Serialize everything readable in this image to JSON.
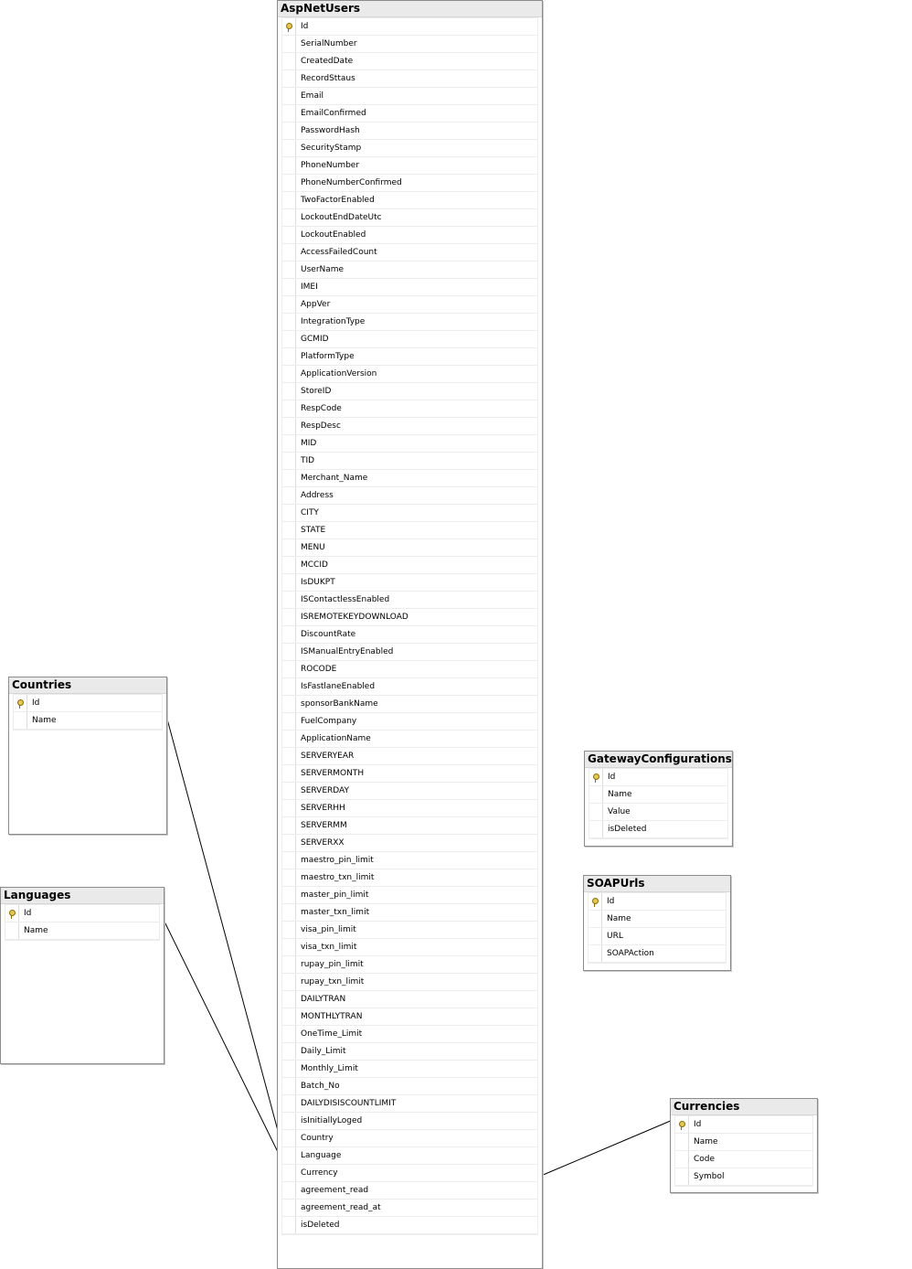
{
  "tables": [
    {
      "id": "aspnetusers",
      "name": "AspNetUsers",
      "columns": [
        "Id",
        "SerialNumber",
        "CreatedDate",
        "RecordSttaus",
        "Email",
        "EmailConfirmed",
        "PasswordHash",
        "SecurityStamp",
        "PhoneNumber",
        "PhoneNumberConfirmed",
        "TwoFactorEnabled",
        "LockoutEndDateUtc",
        "LockoutEnabled",
        "AccessFailedCount",
        "UserName",
        "IMEI",
        "AppVer",
        "IntegrationType",
        "GCMID",
        "PlatformType",
        "ApplicationVersion",
        "StoreID",
        "RespCode",
        "RespDesc",
        "MID",
        "TID",
        "Merchant_Name",
        "Address",
        "CITY",
        "STATE",
        "MENU",
        "MCCID",
        "IsDUKPT",
        "ISContactlessEnabled",
        "ISREMOTEKEYDOWNLOAD",
        "DiscountRate",
        "ISManualEntryEnabled",
        "ROCODE",
        "IsFastlaneEnabled",
        "sponsorBankName",
        "FuelCompany",
        "ApplicationName",
        "SERVERYEAR",
        "SERVERMONTH",
        "SERVERDAY",
        "SERVERHH",
        "SERVERMM",
        "SERVERXX",
        "maestro_pin_limit",
        "maestro_txn_limit",
        "master_pin_limit",
        "master_txn_limit",
        "visa_pin_limit",
        "visa_txn_limit",
        "rupay_pin_limit",
        "rupay_txn_limit",
        "DAILYTRAN",
        "MONTHLYTRAN",
        "OneTime_Limit",
        "Daily_Limit",
        "Monthly_Limit",
        "Batch_No",
        "DAILYDISISCOUNTLIMIT",
        "isInitiallyLoged",
        "Country",
        "Language",
        "Currency",
        "agreement_read",
        "agreement_read_at",
        "isDeleted"
      ],
      "primary_key": "Id"
    },
    {
      "id": "countries",
      "name": "Countries",
      "columns": [
        "Id",
        "Name"
      ],
      "primary_key": "Id"
    },
    {
      "id": "languages",
      "name": "Languages",
      "columns": [
        "Id",
        "Name"
      ],
      "primary_key": "Id"
    },
    {
      "id": "gatewayconfigurations",
      "name": "GatewayConfigurations",
      "columns": [
        "Id",
        "Name",
        "Value",
        "isDeleted"
      ],
      "primary_key": "Id"
    },
    {
      "id": "soapurls",
      "name": "SOAPUrls",
      "columns": [
        "Id",
        "Name",
        "URL",
        "SOAPAction"
      ],
      "primary_key": "Id"
    },
    {
      "id": "currencies",
      "name": "Currencies",
      "columns": [
        "Id",
        "Name",
        "Code",
        "Symbol"
      ],
      "primary_key": "Id"
    }
  ],
  "relationships": [
    {
      "from": "Countries.Id",
      "to": "AspNetUsers.Country"
    },
    {
      "from": "Languages.Id",
      "to": "AspNetUsers.Language"
    },
    {
      "from": "Currencies.Id",
      "to": "AspNetUsers.Currency"
    }
  ],
  "colors": {
    "border": "#8c8c8c",
    "header": "#eaeaea",
    "line": "#000000"
  }
}
